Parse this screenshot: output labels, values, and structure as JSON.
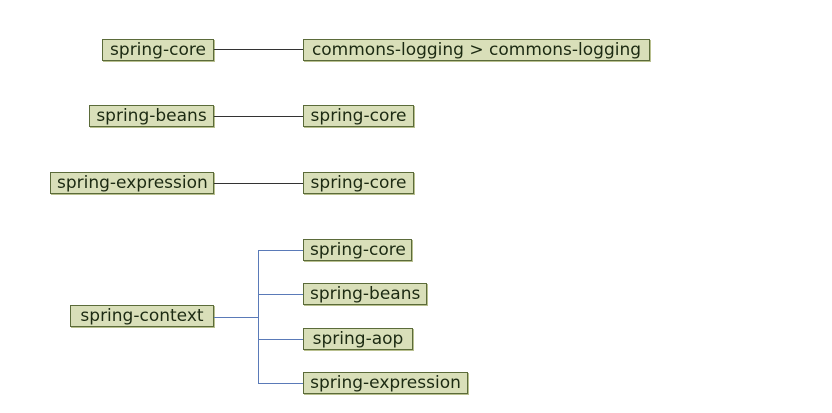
{
  "groups": [
    {
      "root": "spring-core",
      "children": [
        "commons-logging > commons-logging"
      ]
    },
    {
      "root": "spring-beans",
      "children": [
        "spring-core"
      ]
    },
    {
      "root": "spring-expression",
      "children": [
        "spring-core"
      ]
    },
    {
      "root": "spring-context",
      "children": [
        "spring-core",
        "spring-beans",
        "spring-aop",
        "spring-expression"
      ]
    }
  ],
  "colors": {
    "node_fill": "#d9dfb9",
    "node_border": "#5b6b3a",
    "connector_single": "#333333",
    "connector_tree": "#5a7ab8"
  }
}
